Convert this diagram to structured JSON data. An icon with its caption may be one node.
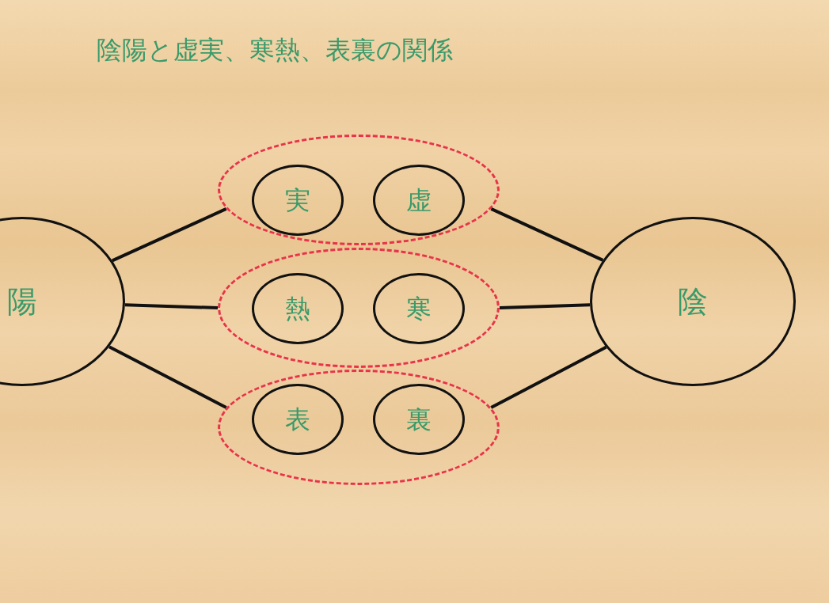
{
  "diagram": {
    "title": "陰陽と虚実、寒熱、表裏の関係",
    "nodes": [
      {
        "text": [
          "陽"
        ]
      },
      {
        "text": [],
        "shape": "ellipse"
      },
      {
        "text": [
          "実"
        ],
        "in": 1
      },
      {
        "text": [
          "虚"
        ],
        "in": 1
      },
      {
        "text": [],
        "shape": "ellipse"
      },
      {
        "text": [
          "熱"
        ],
        "in": 4
      },
      {
        "text": [
          "寒"
        ],
        "in": 4
      },
      {
        "text": [],
        "shape": "ellipse"
      },
      {
        "text": [
          "表"
        ],
        "in": 7
      },
      {
        "text": [
          "裏"
        ],
        "in": 7
      },
      {
        "text": [
          "陰"
        ]
      }
    ],
    "edges": [
      {
        "from": 0,
        "to": 1,
        "arrow": "none"
      },
      {
        "from": 0,
        "to": 4,
        "arrow": "none"
      },
      {
        "from": 0,
        "to": 7,
        "arrow": "none"
      },
      {
        "from": 1,
        "to": 10,
        "arrow": "none"
      },
      {
        "from": 4,
        "to": 10,
        "arrow": "none"
      },
      {
        "from": 7,
        "to": 10,
        "arrow": "none"
      }
    ]
  }
}
